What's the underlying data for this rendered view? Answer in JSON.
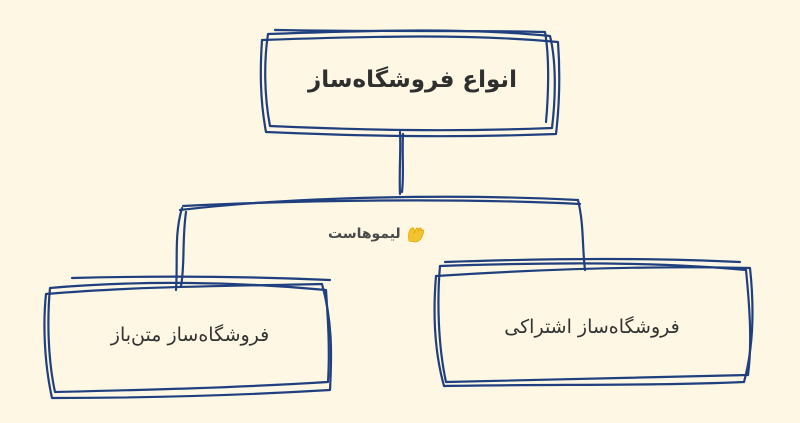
{
  "diagram": {
    "root": {
      "label": "انواع فروشگاه‌ساز"
    },
    "children": [
      {
        "label": "فروشگاه‌ساز متن‌باز"
      },
      {
        "label": "فروشگاه‌ساز اشتراکی"
      }
    ]
  },
  "brand": {
    "name": "لیموهاست",
    "icon": "lemon-hand-logo"
  },
  "colors": {
    "background": "#fdf7e3",
    "stroke": "#1f3f7f",
    "text": "#333333",
    "logo": "#f4c430"
  }
}
